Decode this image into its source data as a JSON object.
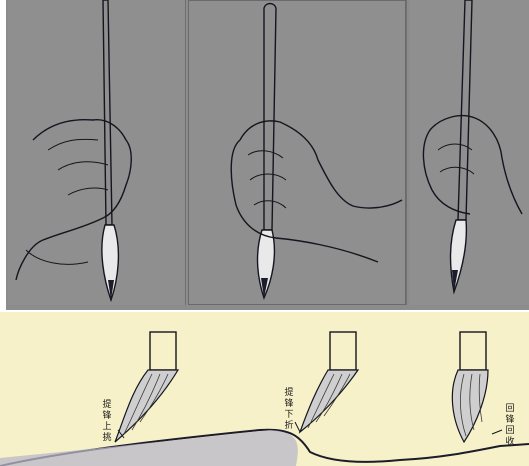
{
  "images": {
    "grips": [
      {
        "name": "grip-1"
      },
      {
        "name": "grip-2"
      },
      {
        "name": "grip-3"
      }
    ],
    "strokes": [
      {
        "name": "stroke-1",
        "label_lines": [
          "提锋",
          "上挑"
        ]
      },
      {
        "name": "stroke-2",
        "label_lines": [
          "提锋",
          "下折"
        ]
      },
      {
        "name": "stroke-3",
        "label_lines": [
          "回锋",
          "回收"
        ]
      }
    ]
  },
  "colors": {
    "photo_bg": "#8f8f8f",
    "paper_bg": "#f6f1c8",
    "ink": "#1c1c2a"
  }
}
